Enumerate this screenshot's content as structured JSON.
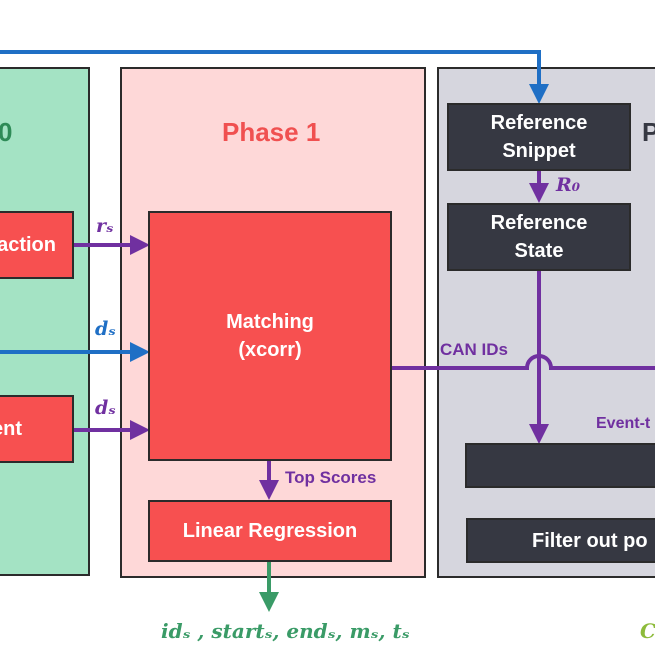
{
  "colors": {
    "phase0_bg": "#a4e3c4",
    "phase1_bg": "#fed8d8",
    "phase2_bg": "#d6d6de",
    "red_box": "#f75050",
    "dark_box": "#363842",
    "purple_arrow": "#7030a0",
    "blue_arrow": "#1f6fc5",
    "green_arrow": "#3a9b67",
    "phase0_title": "#2e8b57",
    "phase1_title": "#f05050"
  },
  "phase0": {
    "title": "0",
    "box_top": "action",
    "box_bottom": "ent"
  },
  "phase1": {
    "title": "Phase 1",
    "matching": "Matching\n(xcorr)",
    "regression": "Linear Regression",
    "top_scores": "Top Scores",
    "output": "idₛ , startₛ, endₛ, mₛ, tₛ"
  },
  "phase2": {
    "title": "P",
    "ref_snippet": "Reference\nSnippet",
    "ref_state": "Reference\nState",
    "r0": "R₀",
    "event_label": "Event-t",
    "filter": "Filter out po",
    "output_partial": "C"
  },
  "inputs": {
    "rs": "rₛ",
    "ds_top": "dₛ",
    "ds_bottom": "dₛ"
  },
  "can_ids": "CAN IDs"
}
